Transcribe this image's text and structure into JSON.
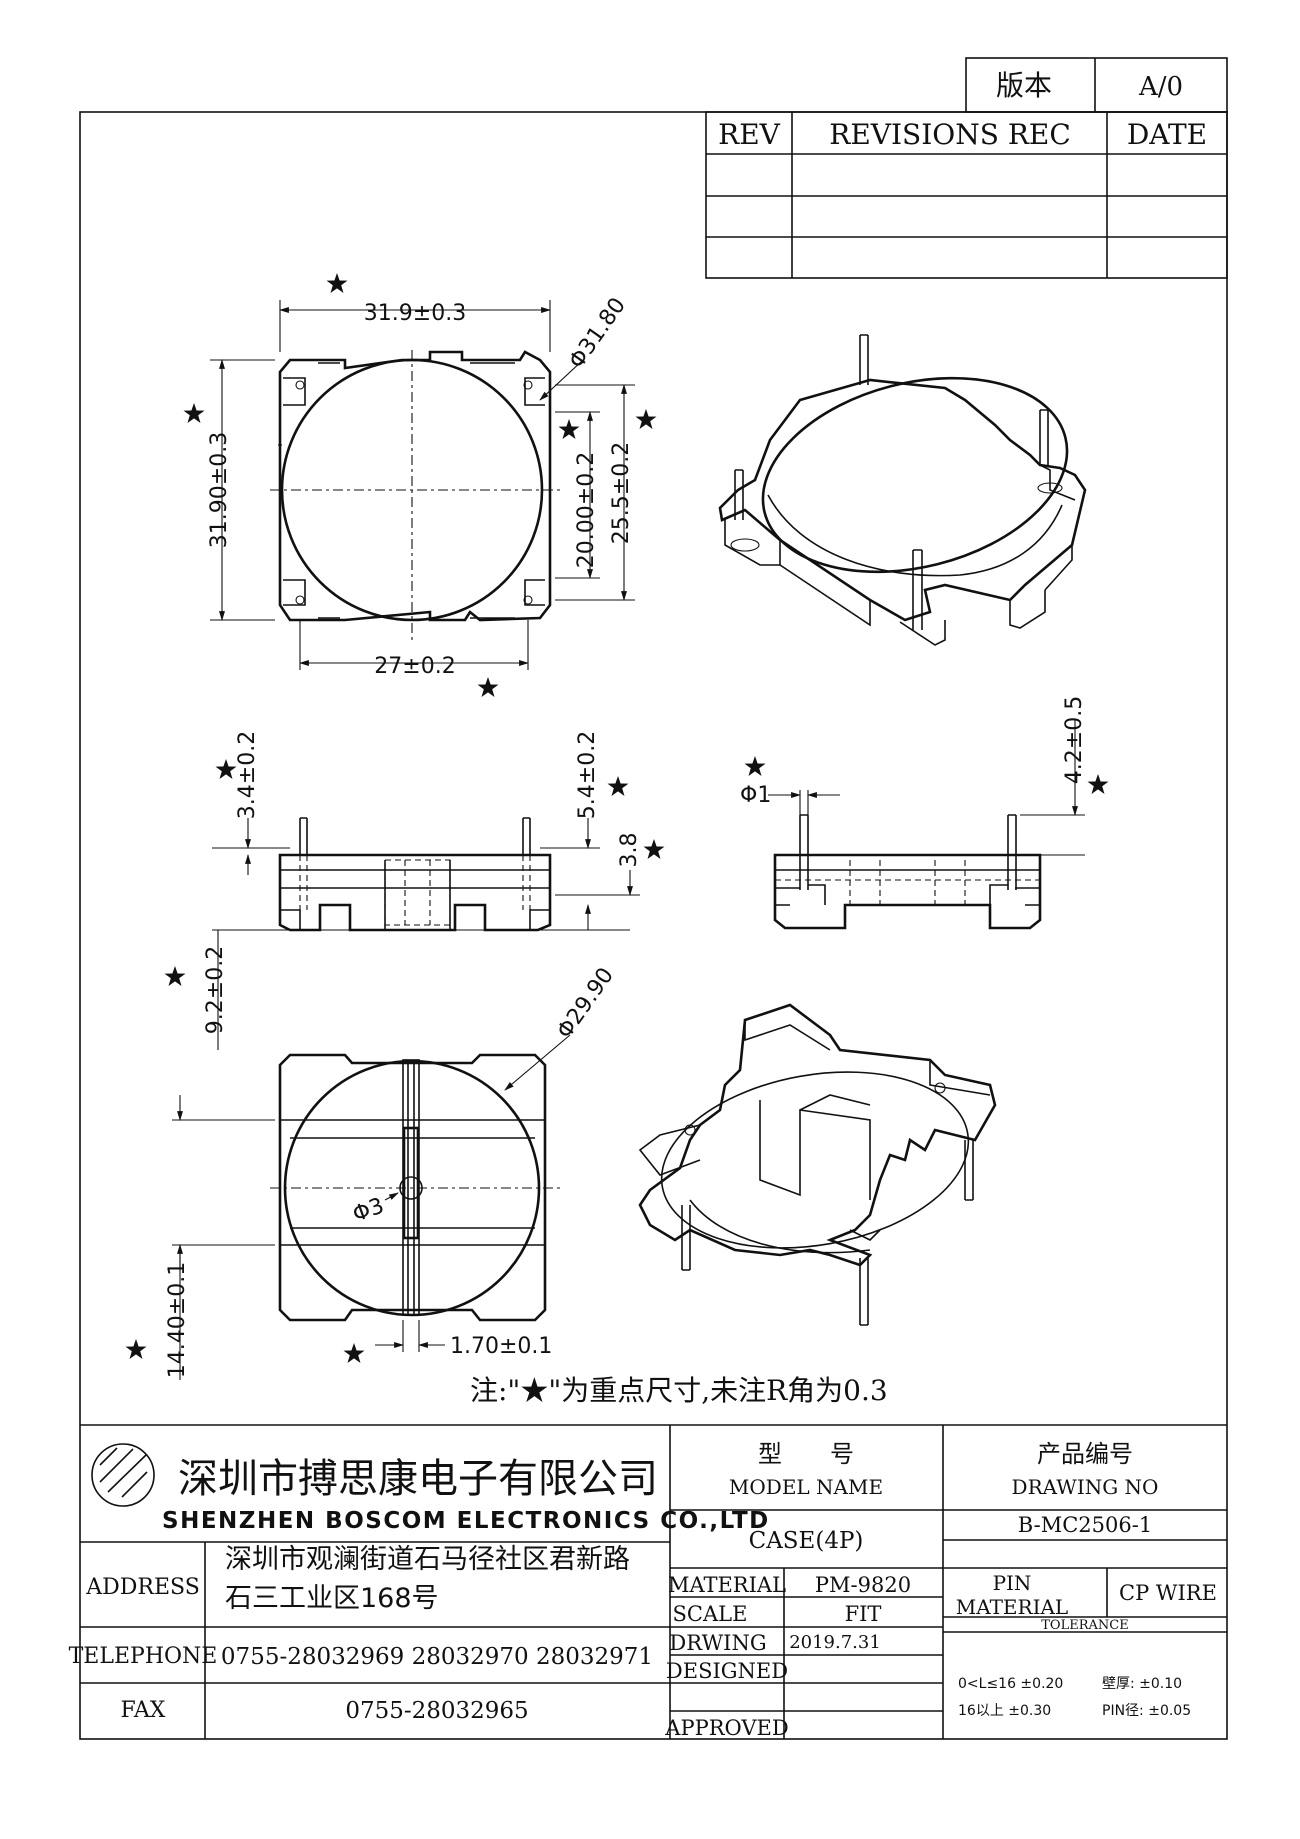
{
  "revision_block": {
    "version_label": "版本",
    "version_value": "A/0",
    "headers": [
      "REV",
      "REVISIONS REC",
      "DATE"
    ]
  },
  "dimensions": {
    "top_width": "31.9±0.3",
    "top_height": "31.90±0.3",
    "top_diameter": "Φ31.80",
    "top_inner_slot": "20.00±0.2",
    "top_outer_slot": "25.5±0.2",
    "top_bottom_width": "27±0.2",
    "side_left_a": "3.4±0.2",
    "side_left_b": "5.4±0.2",
    "side_height": "3.8",
    "side_total": "9.2±0.2",
    "side_pin_dia": "Φ1",
    "side_pin_len": "4.2±0.5",
    "bottom_diameter": "Φ29.90",
    "bottom_hole": "Φ3",
    "bottom_height": "14.40±0.1",
    "bottom_slot": "1.70±0.1"
  },
  "note": "注:\"★\"为重点尺寸,未注R角为0.3",
  "title_block": {
    "company_cn": "深圳市搏思康电子有限公司",
    "company_en": "SHENZHEN BOSCOM ELECTRONICS CO.,LTD",
    "address_label": "ADDRESS",
    "address_line1": "深圳市观澜街道石马径社区君新路",
    "address_line2": "石三工业区168号",
    "telephone_label": "TELEPHONE",
    "telephone_value": "0755-28032969 28032970 28032971",
    "fax_label": "FAX",
    "fax_value": "0755-28032965",
    "model_cn": "型　　号",
    "model_en": "MODEL NAME",
    "model_value": "CASE(4P)",
    "drawing_no_cn": "产品编号",
    "drawing_no_en": "DRAWING NO",
    "drawing_no_value": "B-MC2506-1",
    "material_label": "MATERIAL",
    "material_value": "PM-9820",
    "pin_material_label_1": "PIN",
    "pin_material_label_2": "MATERIAL",
    "pin_material_value": "CP WIRE",
    "scale_label": "SCALE",
    "scale_value": "FIT",
    "tolerance_label": "TOLERANCE",
    "drawing_label": "DRWING",
    "drawing_date": "2019.7.31",
    "designed_label": "DESIGNED",
    "approved_label": "APPROVED",
    "tol_line1_a": "0<L≤16  ±0.20",
    "tol_line1_b": "壁厚:  ±0.10",
    "tol_line2_a": "16以上   ±0.30",
    "tol_line2_b": "PIN径: ±0.05"
  }
}
